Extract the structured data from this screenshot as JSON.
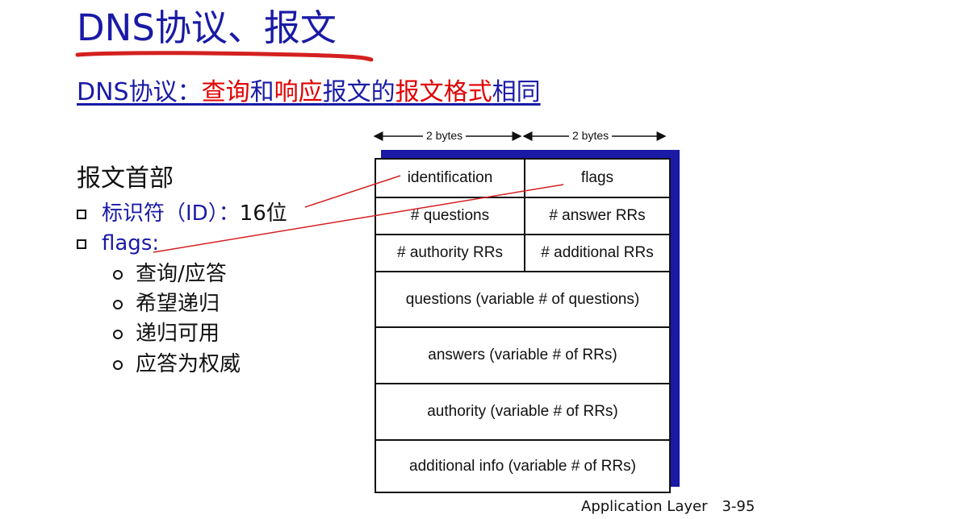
{
  "slide": {
    "title": "DNS协议、报文",
    "subtitle": {
      "part1": "DNS协议：",
      "part2": "查询",
      "part3": "和",
      "part4": "响应",
      "part5": "报文的",
      "part6": "报文格式",
      "part7": "相同"
    },
    "header_section": {
      "heading": "报文首部",
      "id_label": "标识符（ID）：",
      "id_value": "16位",
      "flags_label": "flags:",
      "flags_items": [
        "查询/应答",
        "希望递归",
        "递归可用",
        "应答为权威"
      ]
    },
    "message_format": {
      "bytes_labels": [
        "2 bytes",
        "2 bytes"
      ],
      "rows": {
        "identification": "identification",
        "flags": "flags",
        "questions_count": "# questions",
        "answer_rrs": "# answer RRs",
        "authority_rrs": "# authority RRs",
        "additional_rrs": "# additional RRs",
        "questions": "questions (variable # of questions)",
        "answers": "answers (variable # of RRs)",
        "authority": "authority (variable # of RRs)",
        "additional_info": "additional info (variable # of RRs)"
      }
    },
    "footer": {
      "course": "Application Layer",
      "page": "3-95"
    },
    "colors": {
      "blue": "#1a1aa6",
      "red": "#e00000",
      "black": "#111111"
    }
  }
}
